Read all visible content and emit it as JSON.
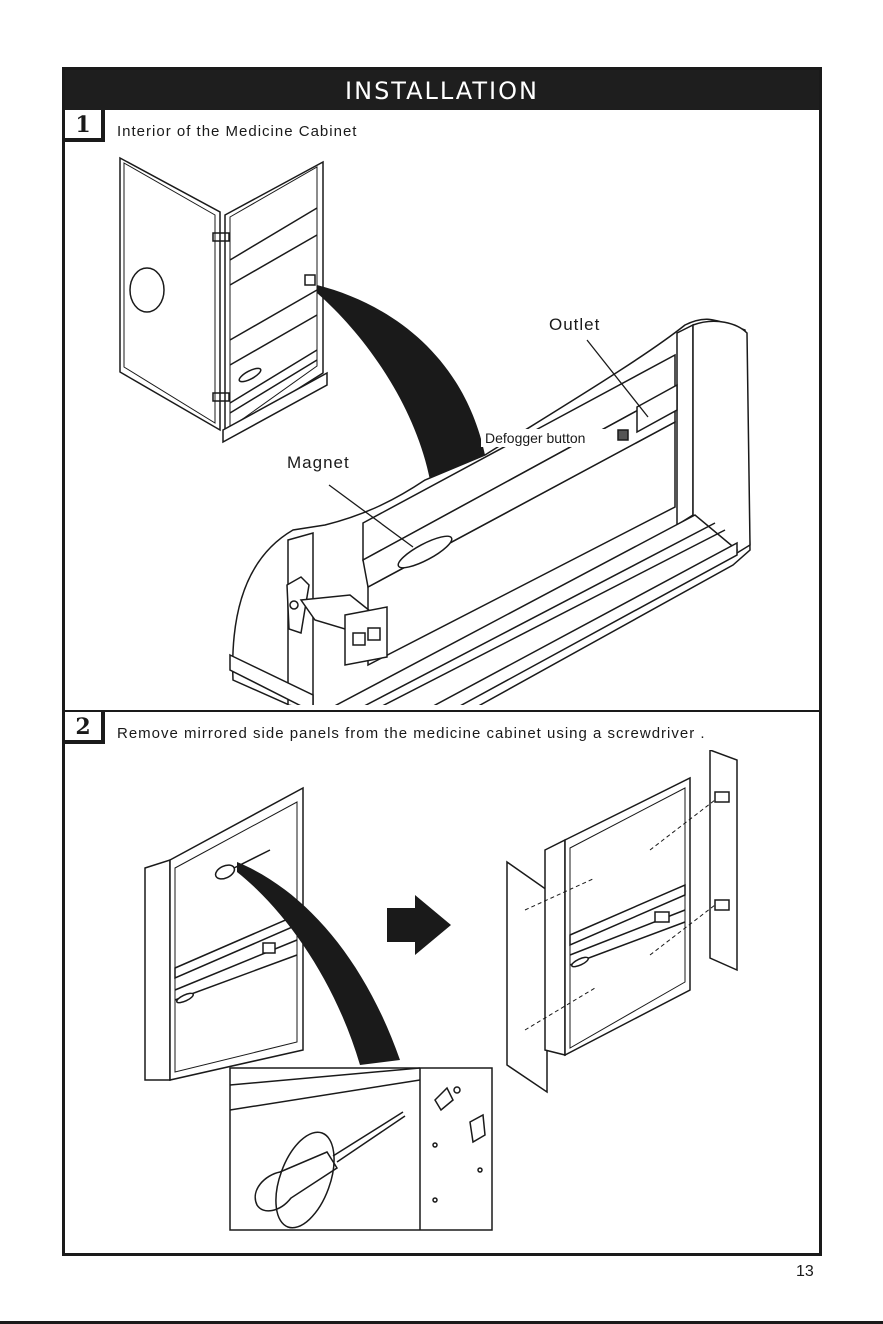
{
  "header": {
    "title": "INSTALLATION"
  },
  "steps": [
    {
      "number": "1",
      "text": "Interior of the Medicine Cabinet",
      "callouts": {
        "outlet": "Outlet",
        "defogger": "Defogger button",
        "magnet": "Magnet"
      }
    },
    {
      "number": "2",
      "text": "Remove mirrored side panels from the medicine cabinet using a screwdriver ."
    }
  ],
  "footer": {
    "page_number": "13"
  }
}
